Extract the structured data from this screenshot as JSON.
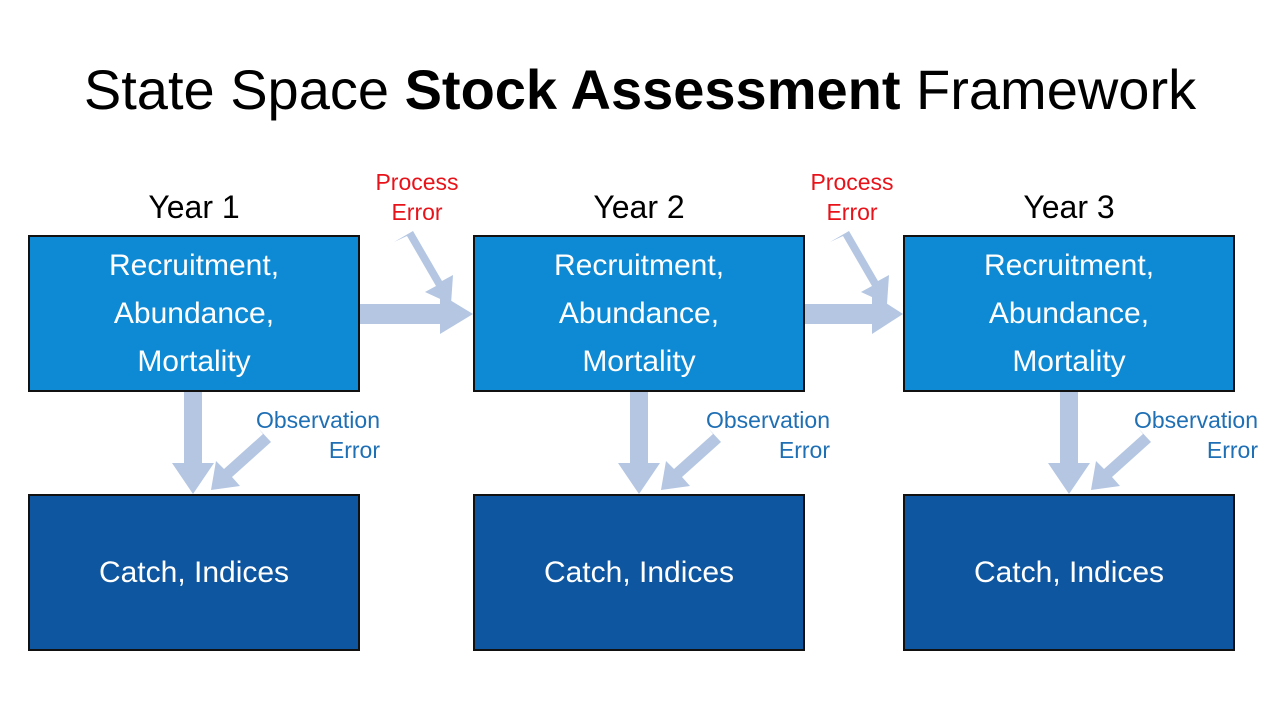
{
  "title": {
    "part_plain_1": "State Space ",
    "part_bold": "Stock Assessment",
    "part_plain_2": " Framework"
  },
  "colors": {
    "state_box_fill": "#0E8AD4",
    "observation_box_fill": "#0F56A0",
    "box_border": "#111111",
    "arrow": "#B4C6E2",
    "process_error_text": "#E8131A",
    "observation_error_text": "#1F6FB5",
    "title_text": "#000000",
    "box_text": "#FFFFFF",
    "background": "#FFFFFF"
  },
  "columns": [
    {
      "year_label": "Year 1",
      "state_lines": [
        "Recruitment,",
        "Abundance,",
        "Mortality"
      ],
      "observation_label": "Catch, Indices",
      "observation_error_lines": [
        "Observation",
        "Error"
      ]
    },
    {
      "year_label": "Year 2",
      "state_lines": [
        "Recruitment,",
        "Abundance,",
        "Mortality"
      ],
      "observation_label": "Catch, Indices",
      "observation_error_lines": [
        "Observation",
        "Error"
      ]
    },
    {
      "year_label": "Year 3",
      "state_lines": [
        "Recruitment,",
        "Abundance,",
        "Mortality"
      ],
      "observation_label": "Catch, Indices",
      "observation_error_lines": [
        "Observation",
        "Error"
      ]
    }
  ],
  "transitions": [
    {
      "process_error_lines": [
        "Process",
        "Error"
      ]
    },
    {
      "process_error_lines": [
        "Process",
        "Error"
      ]
    }
  ],
  "icons": {
    "transition_arrow": "arrow-right-block-icon",
    "process_error_arrow": "arrow-down-right-block-icon",
    "observation_arrow": "arrow-down-block-icon",
    "observation_error_arrow": "arrow-down-left-block-icon"
  }
}
